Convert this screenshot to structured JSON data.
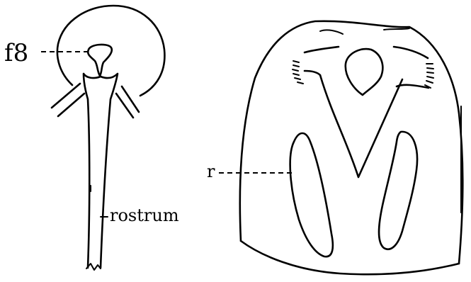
{
  "labels": {
    "f8": "f8",
    "rostrum": "rostrum",
    "r": "r"
  }
}
